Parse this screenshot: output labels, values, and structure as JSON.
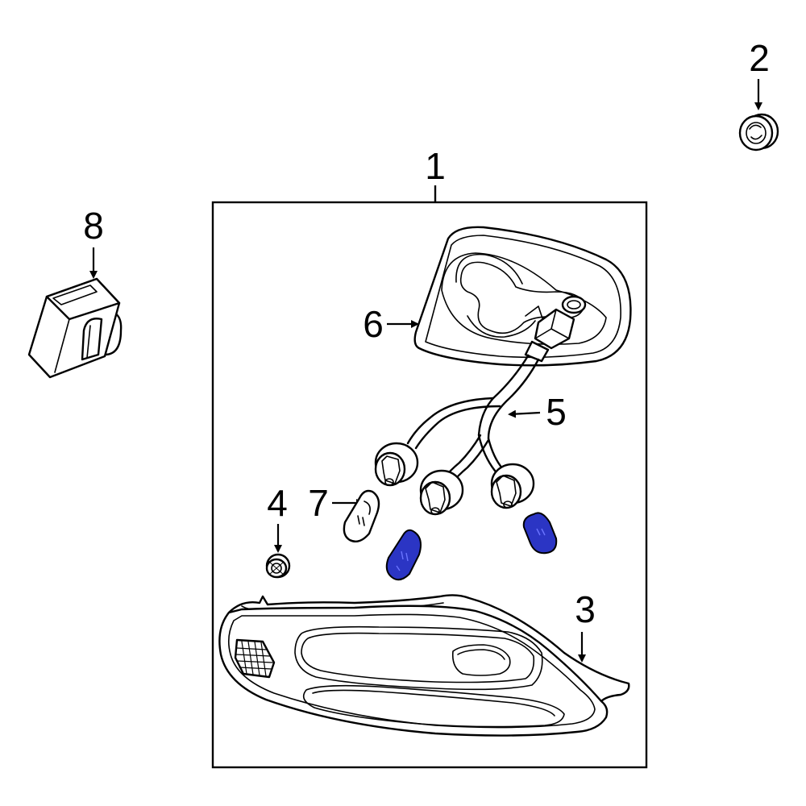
{
  "callouts": {
    "c1": "1",
    "c2": "2",
    "c3": "3",
    "c4": "4",
    "c5": "5",
    "c6": "6",
    "c7": "7",
    "c8": "8"
  },
  "colors": {
    "line": "#000000",
    "background": "#ffffff",
    "highlight_bulb": "#2b35c4"
  },
  "parts": [
    {
      "callout": "1",
      "icon": "tail-lamp-assembly-box"
    },
    {
      "callout": "2",
      "icon": "round-grommet-icon"
    },
    {
      "callout": "3",
      "icon": "tail-lamp-lens-housing-icon"
    },
    {
      "callout": "4",
      "icon": "small-nut-icon"
    },
    {
      "callout": "5",
      "icon": "wiring-harness-socket-icon"
    },
    {
      "callout": "6",
      "icon": "lamp-back-plate-icon"
    },
    {
      "callout": "7",
      "icon": "wedge-bulb-icon"
    },
    {
      "callout": "8",
      "icon": "connector-module-icon"
    }
  ]
}
